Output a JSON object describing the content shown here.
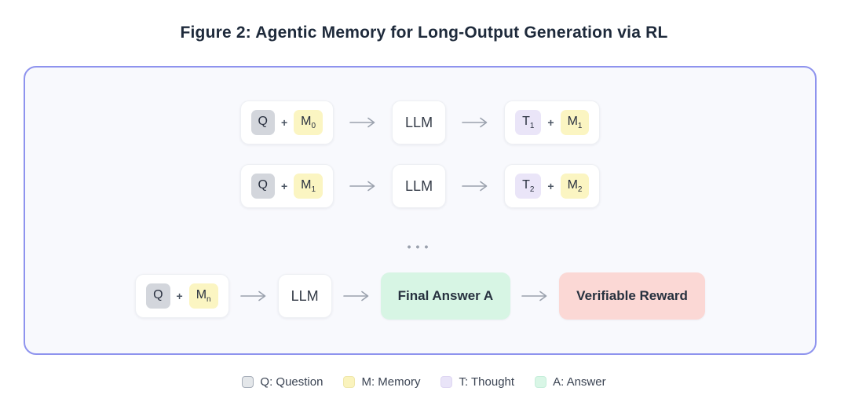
{
  "title": "Figure 2: Agentic Memory for Long-Output Generation via RL",
  "flow": {
    "plus": "+",
    "ellipsis": "•••",
    "rows": [
      {
        "input": [
          {
            "base": "Q",
            "sub": "",
            "type": "question"
          },
          {
            "base": "M",
            "sub": "0",
            "type": "memory"
          }
        ],
        "llm": "LLM",
        "output": [
          {
            "base": "T",
            "sub": "1",
            "type": "thought"
          },
          {
            "base": "M",
            "sub": "1",
            "type": "memory"
          }
        ]
      },
      {
        "input": [
          {
            "base": "Q",
            "sub": "",
            "type": "question"
          },
          {
            "base": "M",
            "sub": "1",
            "type": "memory"
          }
        ],
        "llm": "LLM",
        "output": [
          {
            "base": "T",
            "sub": "2",
            "type": "thought"
          },
          {
            "base": "M",
            "sub": "2",
            "type": "memory"
          }
        ]
      },
      {
        "input": [
          {
            "base": "Q",
            "sub": "",
            "type": "question"
          },
          {
            "base": "M",
            "sub": "n",
            "type": "memory"
          }
        ],
        "llm": "LLM",
        "final_answer": "Final Answer A",
        "reward": "Verifiable Reward"
      }
    ]
  },
  "legend": {
    "items": [
      {
        "label": "Q: Question",
        "swatch": "question",
        "color": "#e4e7ea"
      },
      {
        "label": "M: Memory",
        "swatch": "memory",
        "color": "#faf3bd"
      },
      {
        "label": "T: Thought",
        "swatch": "thought",
        "color": "#e9e4f8"
      },
      {
        "label": "A: Answer",
        "swatch": "answer",
        "color": "#d9f6e6"
      }
    ]
  },
  "colors": {
    "frame_border": "#8e93ee",
    "frame_background": "#f8f9fd",
    "question_chip": "#d3d6dc",
    "memory_chip": "#fbf5c2",
    "thought_chip": "#eae5f8",
    "answer_box": "#d7f5e4",
    "reward_box": "#fbd8d5",
    "arrow": "#9aa1ad",
    "title_text": "#1e2a3b"
  }
}
